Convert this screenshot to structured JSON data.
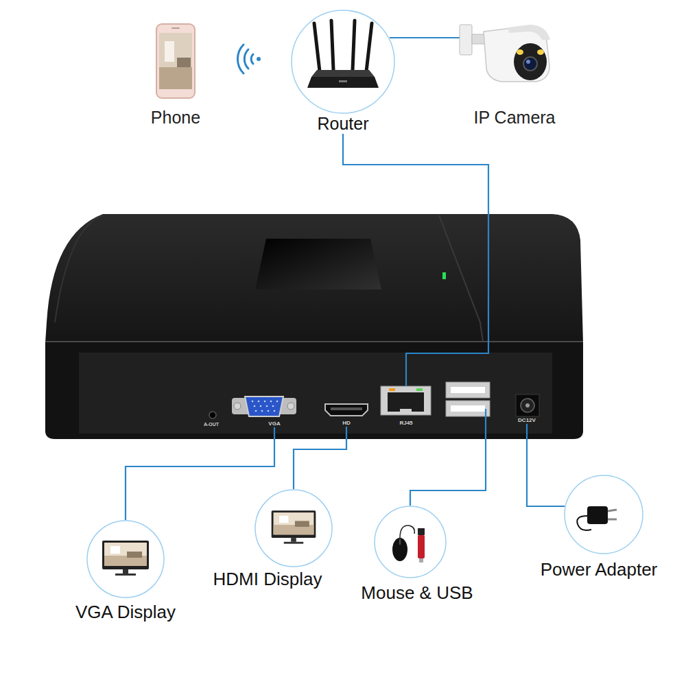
{
  "diagram": {
    "nodes": [
      {
        "text": [
          "Router"
        ]
      },
      {
        "text": [
          "VGA"
        ]
      },
      {
        "text": [
          "HD"
        ]
      },
      {
        "text": [
          "RJ45"
        ]
      },
      {
        "text": [
          "DC12V"
        ]
      },
      {
        "text": [
          "VGA Display"
        ]
      },
      {
        "text": [
          "HDMI Display"
        ]
      },
      {
        "text": [
          "Mouse & USB"
        ]
      },
      {
        "text": [
          "Power Adapter"
        ]
      }
    ],
    "edges": [
      {
        "from": 0,
        "to": 3,
        "arrow": "none"
      },
      {
        "from": 1,
        "to": 5,
        "arrow": "none"
      },
      {
        "from": 2,
        "to": 6,
        "arrow": "none"
      },
      {
        "from": 4,
        "to": 8,
        "arrow": "none"
      }
    ],
    "labels": [
      "Phone",
      "IP Camera",
      "A-OUT"
    ]
  }
}
